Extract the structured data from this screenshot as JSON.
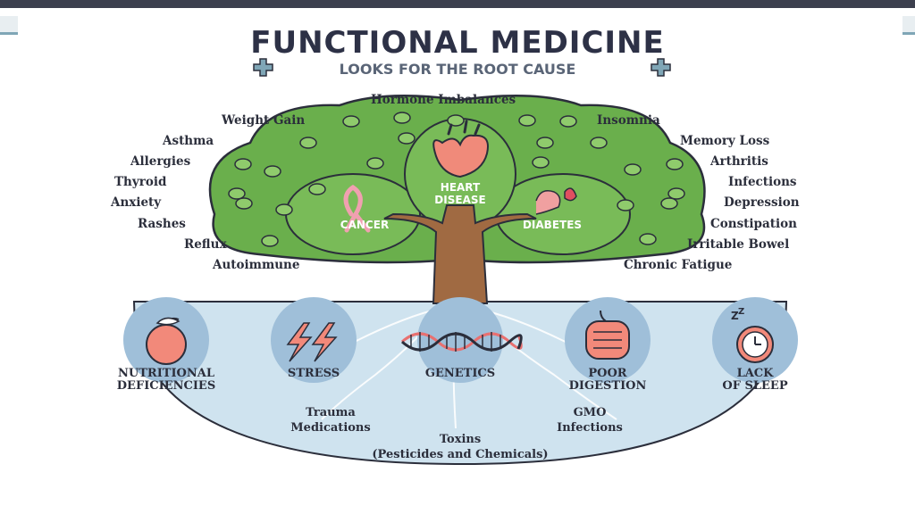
{
  "title": "FUNCTIONAL MEDICINE",
  "subtitle": "LOOKS FOR THE ROOT CAUSE",
  "symptoms_top": "Hormone Imbalances",
  "symptoms_left": [
    "Weight Gain",
    "Asthma",
    "Allergies",
    "Thyroid",
    "Anxiety",
    "Rashes",
    "Reflux",
    "Autoimmune"
  ],
  "symptoms_right": [
    "Insomnia",
    "Memory Loss",
    "Arthritis",
    "Infections",
    "Depression",
    "Constipation",
    "Irritable Bowel",
    "Chronic Fatigue"
  ],
  "diseases": {
    "heart_1": "HEART",
    "heart_2": "DISEASE",
    "cancer": "CANCER",
    "diabetes": "DIABETES"
  },
  "root_causes": [
    {
      "line1": "NUTRITIONAL",
      "line2": "DEFICIENCIES",
      "icon": "apple-icon"
    },
    {
      "line1": "STRESS",
      "line2": "",
      "icon": "lightning-icon"
    },
    {
      "line1": "GENETICS",
      "line2": "",
      "icon": "dna-icon"
    },
    {
      "line1": "POOR",
      "line2": "DIGESTION",
      "icon": "intestine-icon"
    },
    {
      "line1": "LACK",
      "line2": "OF SLEEP",
      "icon": "alarm-clock-icon"
    }
  ],
  "other_causes": {
    "left_1": "Trauma",
    "left_2": "Medications",
    "right_1": "GMO",
    "right_2": "Infections",
    "bottom_1": "Toxins",
    "bottom_2": "(Pesticides and Chemicals)"
  },
  "colors": {
    "canopy": "#6aaf4c",
    "canopy_light": "#8fcb6c",
    "trunk": "#a06a42",
    "ground": "#cfe3ef",
    "circle": "#9fbfd9",
    "heading": "#2d3146"
  }
}
